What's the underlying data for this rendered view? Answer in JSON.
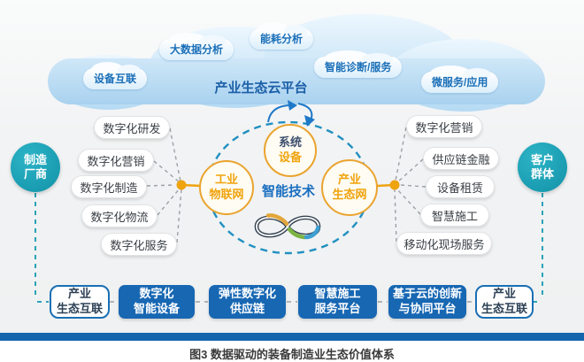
{
  "cloud": {
    "title": "产业生态云平台",
    "nodes": [
      "设备互联",
      "大数据分析",
      "能耗分析",
      "智能诊断/服务",
      "微服务/应用"
    ]
  },
  "actors": {
    "left": {
      "line1": "制造",
      "line2": "厂商"
    },
    "right": {
      "line1": "客户",
      "line2": "群体"
    }
  },
  "left_pills": [
    "数字化研发",
    "数字化营销",
    "数字化制造",
    "数字化物流",
    "数字化服务"
  ],
  "right_pills": [
    "数字化营销",
    "供应链金融",
    "设备租赁",
    "智慧施工",
    "移动化现场服务"
  ],
  "center": {
    "top_circle": {
      "line1": "系统",
      "line2": "设备"
    },
    "left_circle": {
      "line1": "工业",
      "line2": "物联网"
    },
    "right_circle": {
      "line1": "产业",
      "line2": "生态网"
    },
    "core_label": "智能技术",
    "icons": [
      "cycle-arrows-icon",
      "infinity-icon"
    ]
  },
  "bottom_row": [
    {
      "type": "pill",
      "line1": "产业",
      "line2": "生态互联"
    },
    {
      "type": "box",
      "line1": "数字化",
      "line2": "智能设备"
    },
    {
      "type": "box",
      "line1": "弹性数字化",
      "line2": "供应链"
    },
    {
      "type": "box",
      "line1": "智慧施工",
      "line2": "服务平台"
    },
    {
      "type": "box",
      "line1": "基于云的创新",
      "line2": "与协同平台"
    },
    {
      "type": "pill",
      "line1": "产业",
      "line2": "生态互联"
    }
  ],
  "caption": "图3  数据驱动的装备制造业生态价值体系",
  "colors": {
    "teal": "#1697ac",
    "orange": "#efa30f",
    "box_blue": "#1767b3",
    "bar_blue": "#1565ad",
    "cloud_text": "#1b6fb8",
    "dashed_teal": "#2aa3b8",
    "dashed_gray": "#9aa1a8",
    "navy": "#2b3a4a",
    "core_blue": "#1a6fc0"
  }
}
